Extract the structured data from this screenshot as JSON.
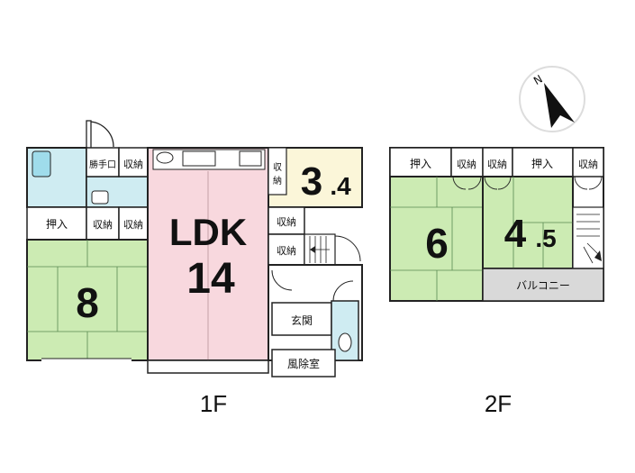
{
  "colors": {
    "tatami": "#ccebb3",
    "ldk": "#f8d8de",
    "wet": "#cfecf2",
    "room34": "#fbf6d9",
    "balcony": "#d9d9d9",
    "wall": "#222222"
  },
  "compass": {
    "north_label": "N"
  },
  "floor1": {
    "label": "1F",
    "katteguchi": "勝手口",
    "shuno_top": "収納",
    "oshiire": "押入",
    "shuno_a": "収納",
    "shuno_b": "収納",
    "room8": "8",
    "ldk_label": "LDK",
    "ldk_size": "14",
    "room34_int": "3",
    "room34_dec": ".4",
    "shuno_34_top": "収",
    "shuno_34_bottom": "納",
    "shuno_c": "収納",
    "shuno_d": "収納",
    "genkan": "玄関",
    "fujoshitsu": "風除室"
  },
  "floor2": {
    "label": "2F",
    "oshiire_a": "押入",
    "shuno_a": "収納",
    "shuno_b": "収納",
    "oshiire_b": "押入",
    "shuno_c": "収納",
    "room6": "6",
    "room45_int": "4",
    "room45_dec": ".5",
    "balcony": "バルコニー"
  }
}
